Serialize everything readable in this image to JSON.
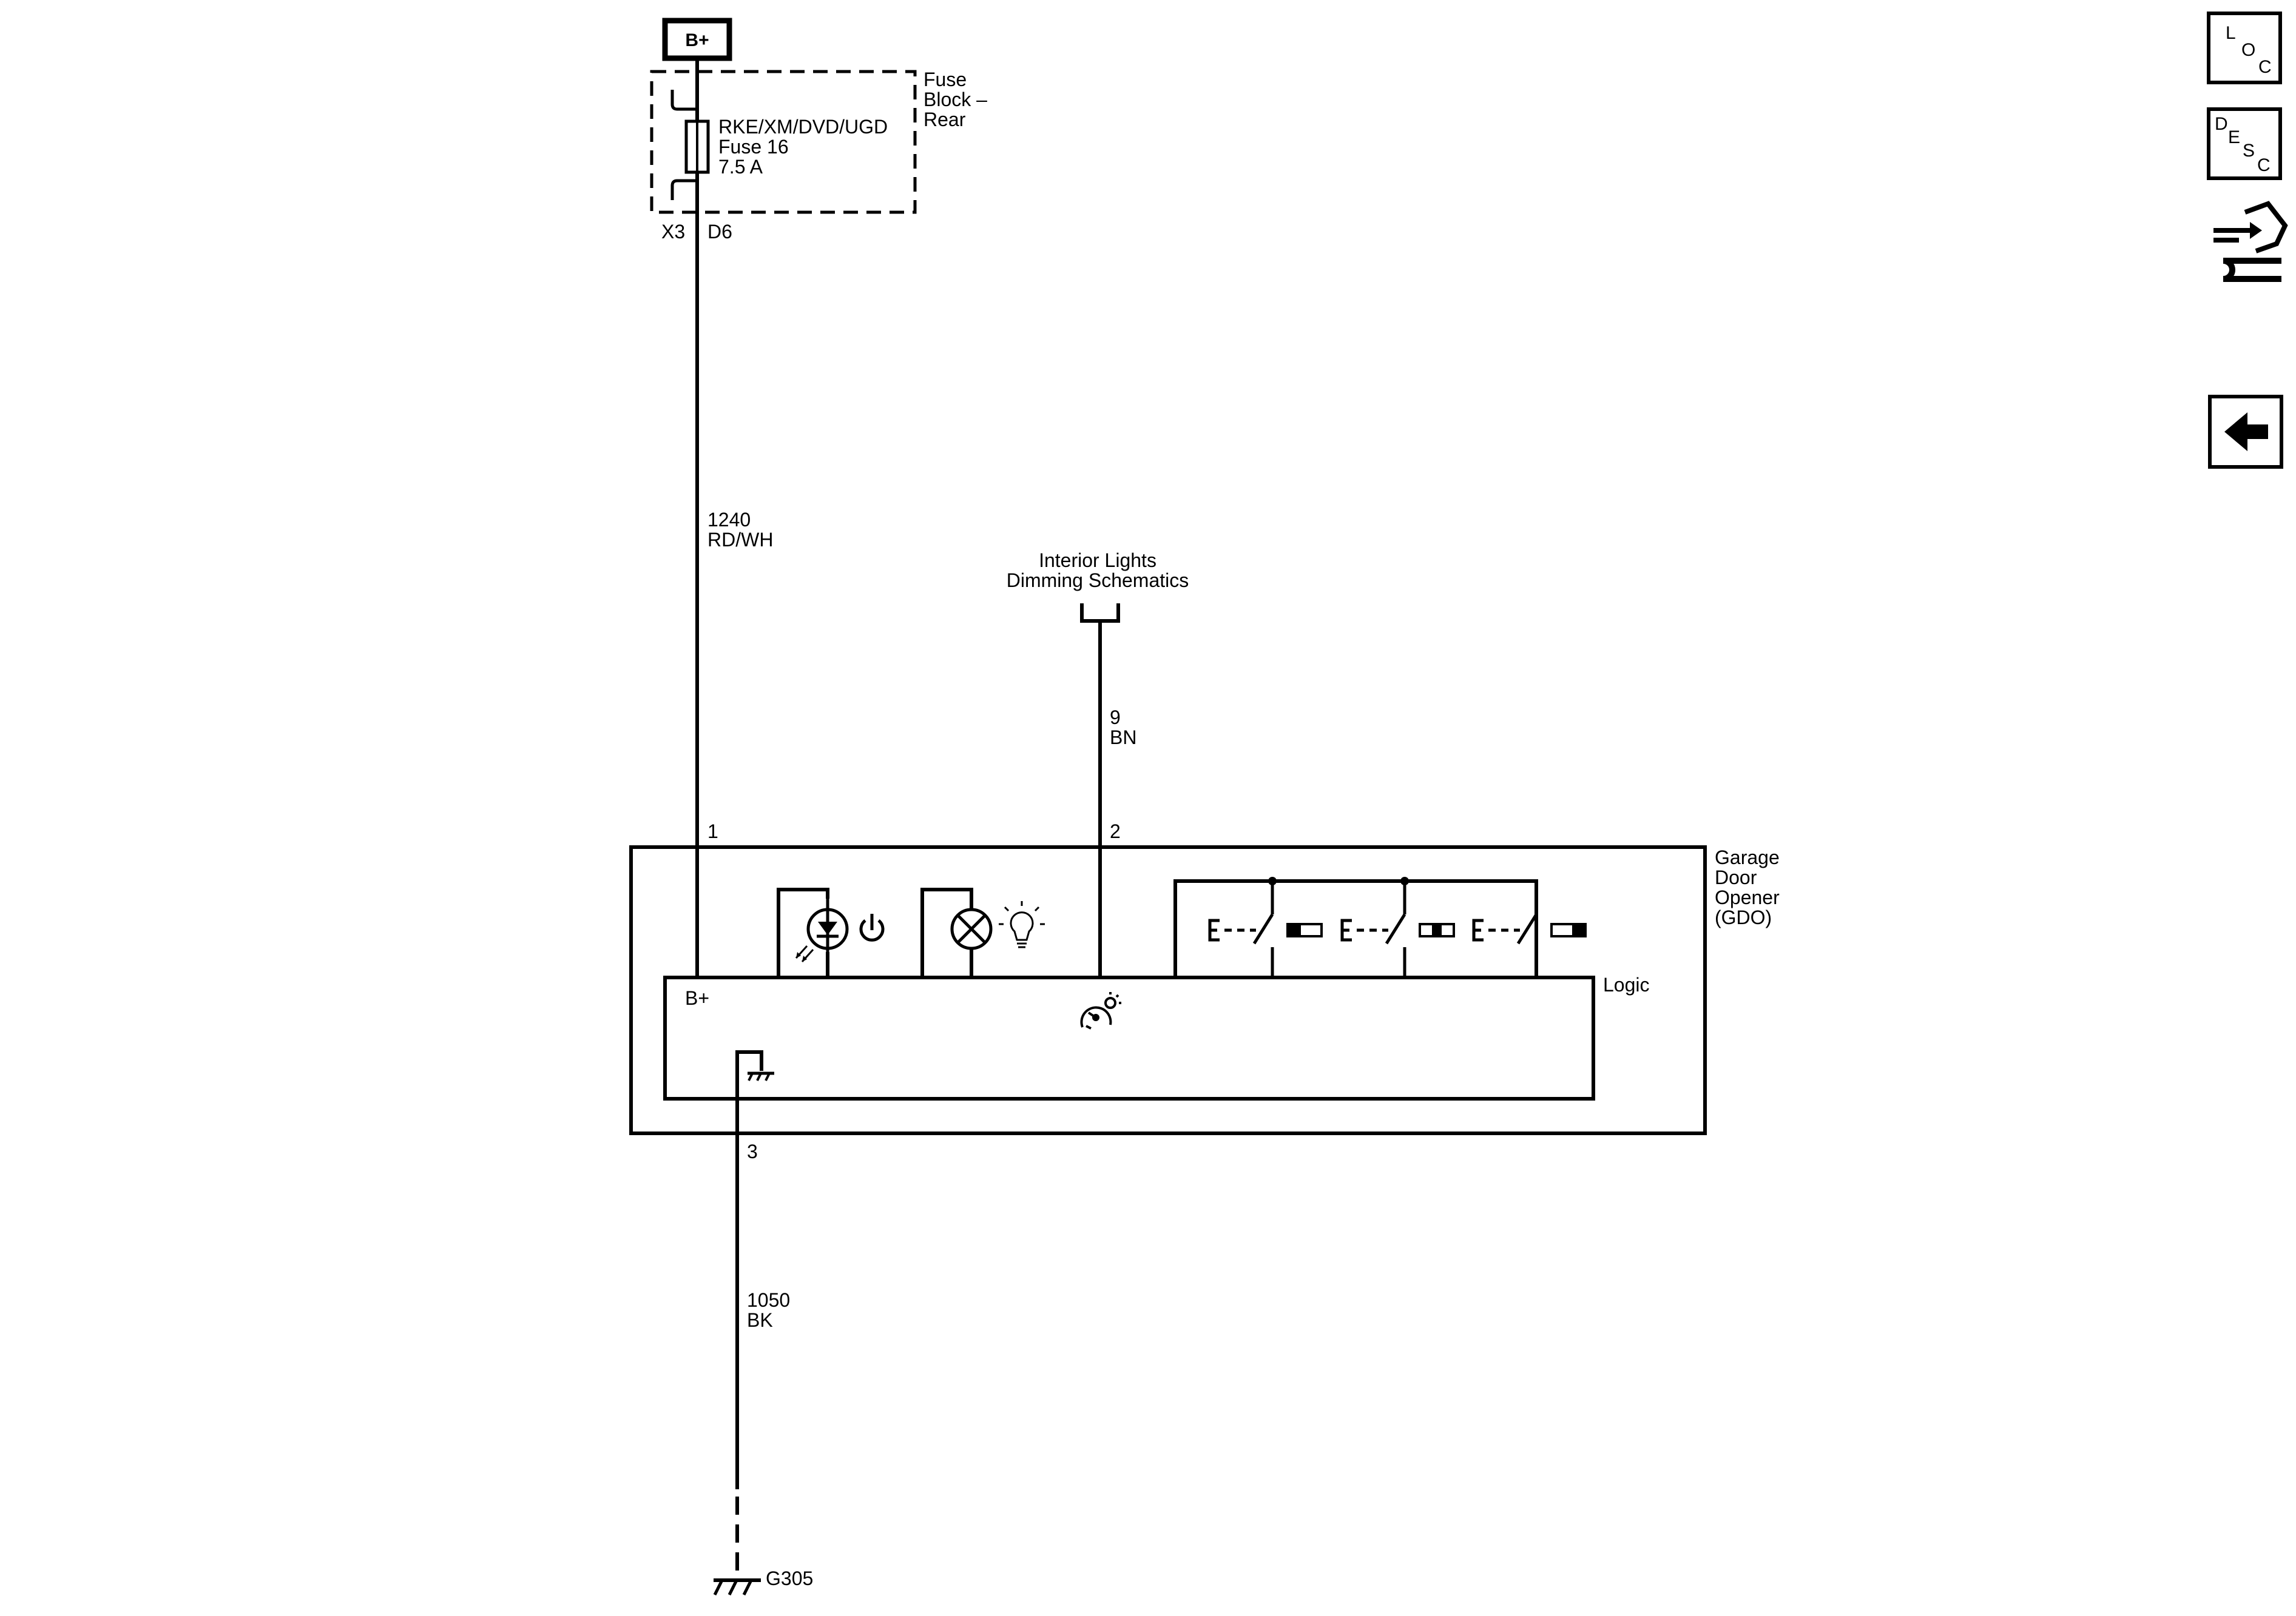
{
  "supply": {
    "label": "B+"
  },
  "fuse_block": {
    "title_lines": [
      "Fuse",
      "Block –",
      "Rear"
    ]
  },
  "fuse": {
    "lines": [
      "RKE/XM/DVD/UGD",
      "Fuse 16",
      "7.5 A"
    ]
  },
  "fuse_connectors": {
    "left": "X3",
    "right": "D6"
  },
  "wire_supply": {
    "circuit": "1240",
    "color": "RD/WH"
  },
  "interior_lights": {
    "lines": [
      "Interior Lights",
      "Dimming Schematics"
    ]
  },
  "wire_dimming": {
    "circuit": "9",
    "color": "BN"
  },
  "pins": {
    "pin1": "1",
    "pin2": "2",
    "pin3": "3"
  },
  "module": {
    "lines": [
      "Garage",
      "Door",
      "Opener",
      "(GDO)"
    ]
  },
  "logic": {
    "label": "Logic",
    "bplus": "B+"
  },
  "wire_ground": {
    "circuit": "1050",
    "color": "BK"
  },
  "ground": {
    "label": "G305"
  },
  "sidebar": {
    "loc": [
      "L",
      "O",
      "C"
    ],
    "desc": [
      "D",
      "E",
      "S",
      "C"
    ]
  }
}
